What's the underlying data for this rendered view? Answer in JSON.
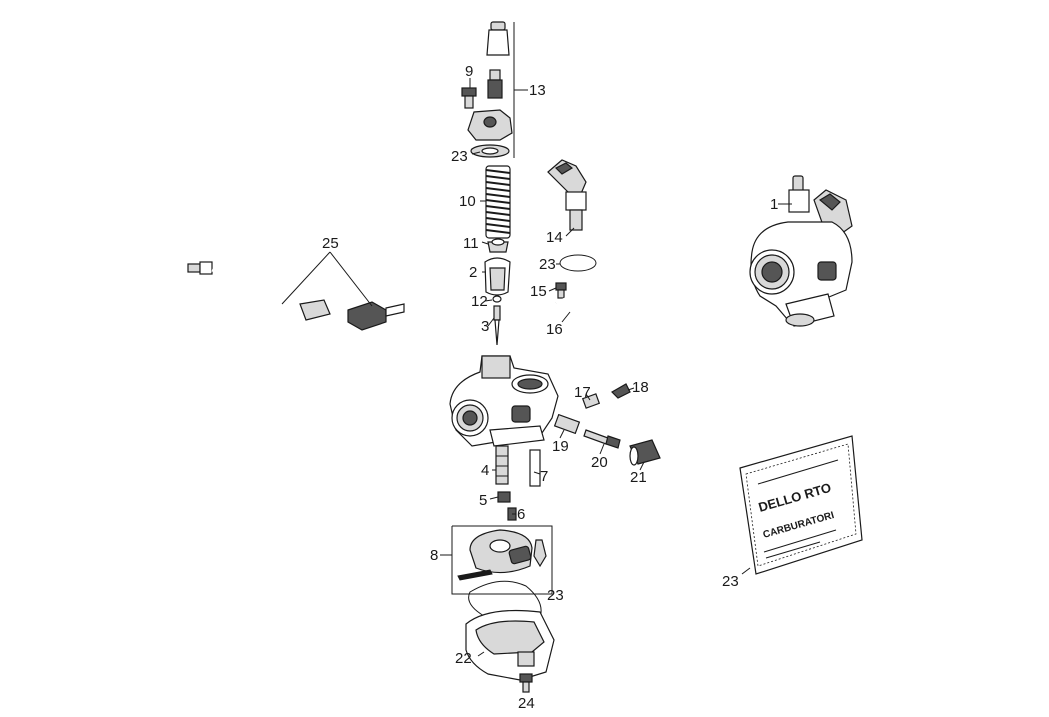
{
  "labels": {
    "n1": "1",
    "n2": "2",
    "n3": "3",
    "n4": "4",
    "n5": "5",
    "n6": "6",
    "n7": "7",
    "n8": "8",
    "n9": "9",
    "n10": "10",
    "n11": "11",
    "n12": "12",
    "n13": "13",
    "n14": "14",
    "n15": "15",
    "n16": "16",
    "n17": "17",
    "n18": "18",
    "n19": "19",
    "n20": "20",
    "n21": "21",
    "n22": "22",
    "n23a": "23",
    "n23b": "23",
    "n23c": "23",
    "n23d": "23",
    "n24": "24",
    "n25": "25"
  },
  "kit_bag": {
    "brand": "DELLO RTO",
    "product": "CARBURATORI"
  }
}
